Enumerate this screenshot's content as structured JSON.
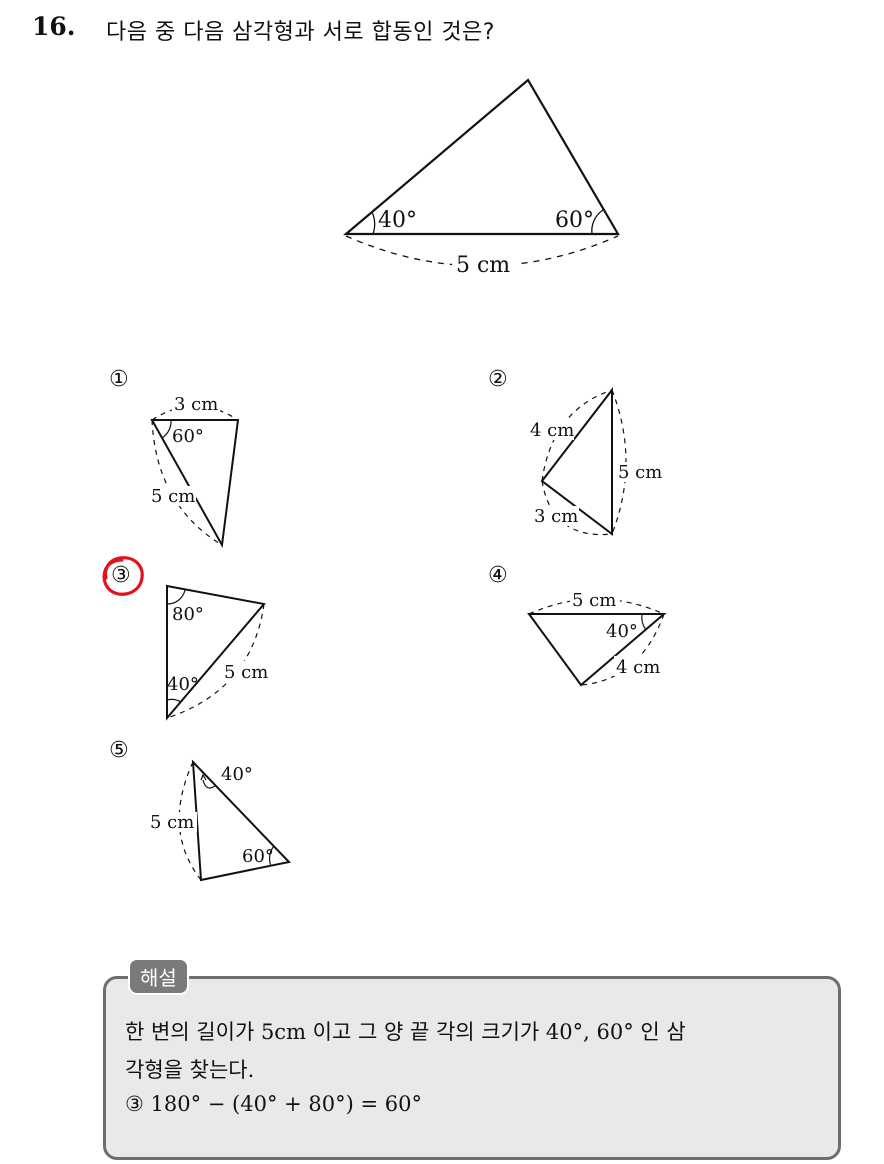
{
  "question": {
    "number": "16.",
    "text": "다음 중 다음 삼각형과 서로 합동인 것은?"
  },
  "main_figure": {
    "angle_left": "40°",
    "angle_right": "60°",
    "base_label": "5 cm"
  },
  "options": [
    {
      "marker": "①",
      "labels": [
        "3 cm",
        "60°",
        "5 cm"
      ]
    },
    {
      "marker": "②",
      "labels": [
        "4 cm",
        "5 cm",
        "3 cm"
      ]
    },
    {
      "marker": "③",
      "labels": [
        "80°",
        "40°",
        "5 cm"
      ],
      "selected": true
    },
    {
      "marker": "④",
      "labels": [
        "5 cm",
        "40°",
        "4 cm"
      ]
    },
    {
      "marker": "⑤",
      "labels": [
        "40°",
        "5 cm",
        "60°"
      ]
    }
  ],
  "solution": {
    "tag": "해설",
    "line1": "한 변의 길이가 5cm 이고 그 양 끝 각의 크기가 40°, 60° 인 삼",
    "line2": "각형을 찾는다.",
    "line3": "③ 180° − (40° + 80°) = 60°"
  },
  "colors": {
    "answer_circle": "#e0141e",
    "solution_bg": "#e9e9e9",
    "solution_border": "#6e6e6e",
    "tag_bg": "#7a7a7a"
  }
}
